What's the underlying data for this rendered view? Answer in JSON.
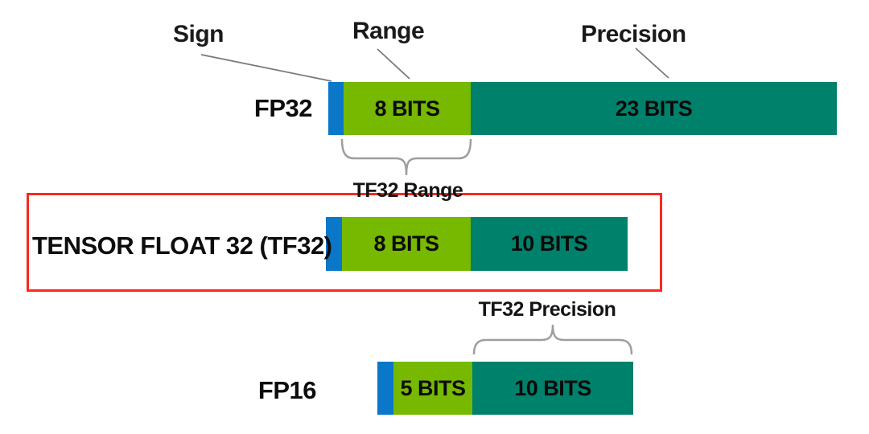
{
  "callouts": {
    "sign": "Sign",
    "range": "Range",
    "precision": "Precision"
  },
  "rows": [
    {
      "label": "FP32",
      "segments": [
        {
          "name": "sign",
          "bits": 1,
          "label": ""
        },
        {
          "name": "range",
          "bits": 8,
          "label": "8 BITS"
        },
        {
          "name": "precision",
          "bits": 23,
          "label": "23 BITS"
        }
      ]
    },
    {
      "label": "TENSOR FLOAT 32 (TF32)",
      "segments": [
        {
          "name": "sign",
          "bits": 1,
          "label": ""
        },
        {
          "name": "range",
          "bits": 8,
          "label": "8 BITS"
        },
        {
          "name": "precision",
          "bits": 10,
          "label": "10 BITS"
        }
      ]
    },
    {
      "label": "FP16",
      "segments": [
        {
          "name": "sign",
          "bits": 1,
          "label": ""
        },
        {
          "name": "range",
          "bits": 5,
          "label": "5 BITS"
        },
        {
          "name": "precision",
          "bits": 10,
          "label": "10 BITS"
        }
      ]
    }
  ],
  "annotations": {
    "tf32_range": "TF32 Range",
    "tf32_precision": "TF32 Precision"
  },
  "colors": {
    "sign_bit": "#0a77c9",
    "range": "#76b900",
    "precision": "#00816b",
    "highlight_box": "#fa291c",
    "leader_line": "#7a7a7a",
    "brace": "#9e9e9e",
    "text": "#111111"
  }
}
